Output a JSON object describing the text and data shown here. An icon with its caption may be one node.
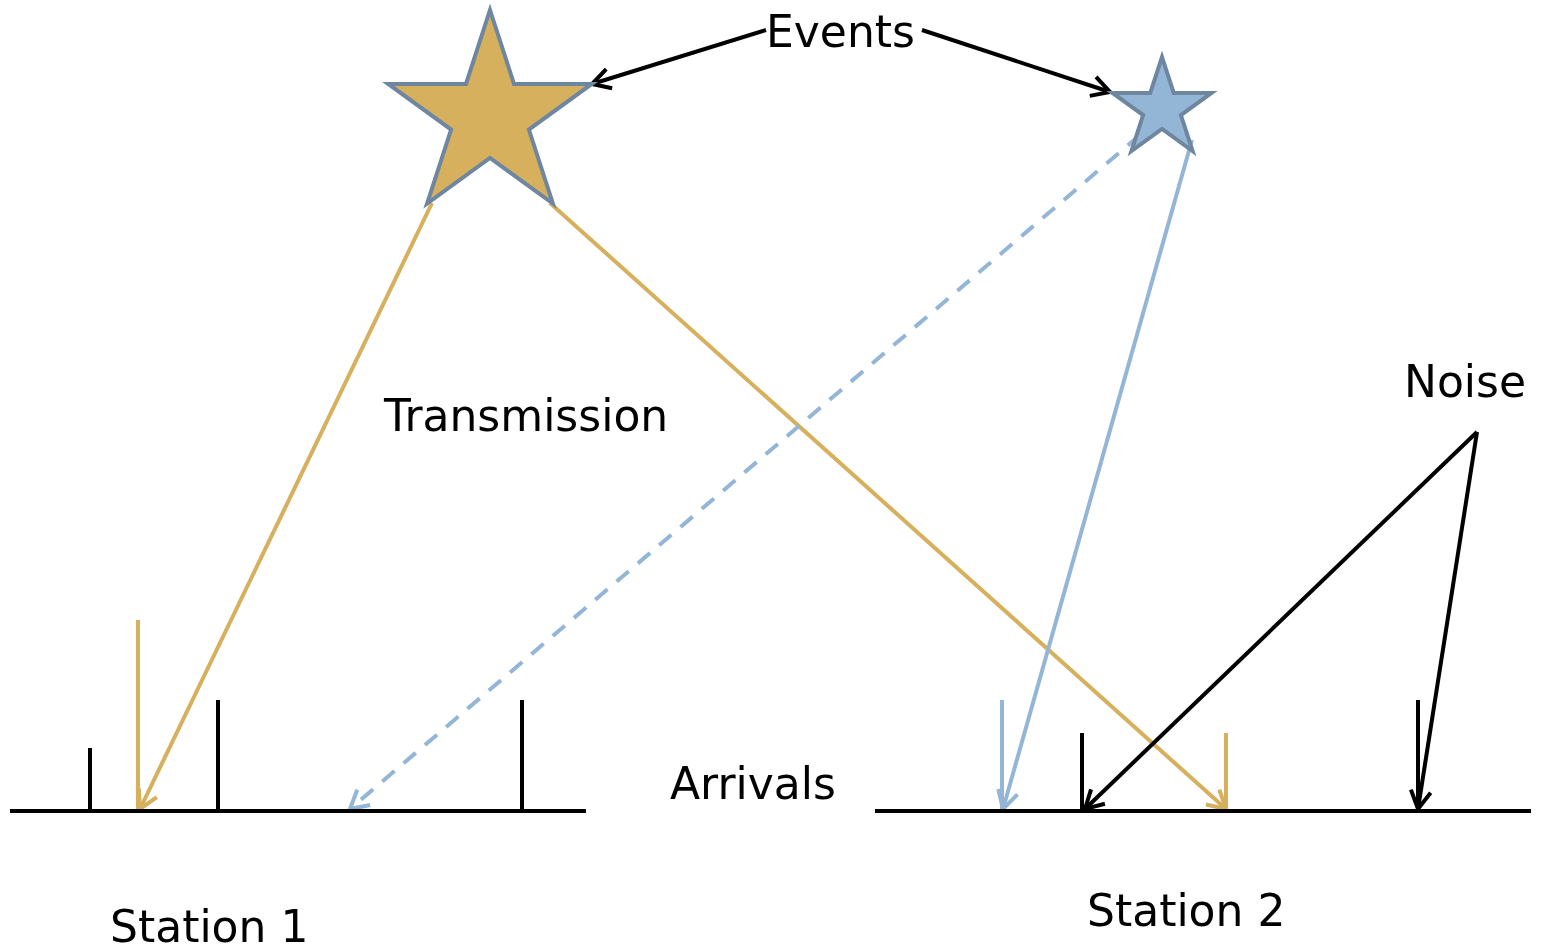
{
  "diagram": {
    "nodes": [
      {
        "text": [
          "Events"
        ]
      },
      {
        "text": [],
        "shape": "star"
      },
      {
        "text": [],
        "shape": "star"
      },
      {
        "text": [
          "Noise"
        ]
      },
      {
        "text": [
          "Station 1"
        ]
      },
      {
        "text": [
          "Station 2"
        ]
      }
    ],
    "edges": [
      {
        "from": 0,
        "to": 1,
        "arrow": "to"
      },
      {
        "from": 0,
        "to": 2,
        "arrow": "to"
      },
      {
        "from": 1,
        "to": 4,
        "arrow": "to",
        "color": "#d6b05c"
      },
      {
        "from": 1,
        "to": 5,
        "arrow": "to",
        "color": "#d6b05c"
      },
      {
        "from": 2,
        "to": 4,
        "arrow": "to",
        "style": "dashed",
        "color": "#94b6d6"
      },
      {
        "from": 2,
        "to": 5,
        "arrow": "to",
        "color": "#94b6d6"
      },
      {
        "from": 3,
        "to": 5,
        "arrow": "to"
      },
      {
        "from": 3,
        "to": 5,
        "arrow": "to"
      }
    ],
    "labels": [
      "Transmission",
      "Arrivals"
    ]
  }
}
